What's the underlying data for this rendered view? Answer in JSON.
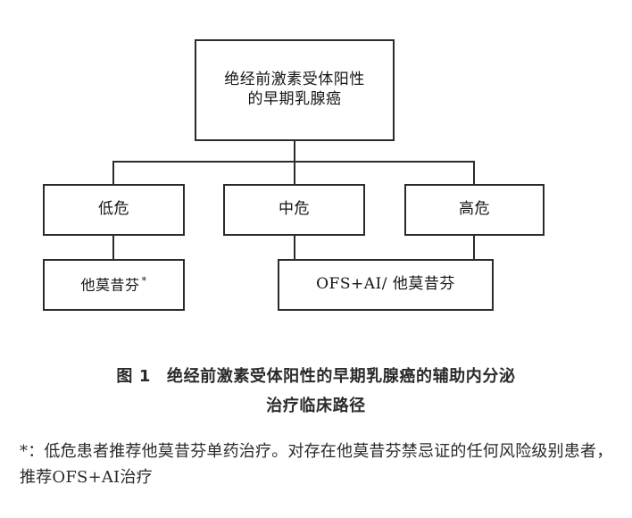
{
  "figure": {
    "type": "flowchart",
    "title_label": "图 1",
    "title_text": "绝经前激素受体阳性的早期乳腺癌的辅助内分泌",
    "title_text_line2": "治疗临床路径",
    "footnote": "*：低危患者推荐他莫昔芬单药治疗。对存在他莫昔芬禁忌证的任何风险级别患者，推荐OFS+AI治疗",
    "border_color": "#2b2b2b",
    "background_color": "#ffffff",
    "text_color": "#141414"
  },
  "nodes": {
    "root": {
      "line1": "绝经前激素受体阳性",
      "line2": "的早期乳腺癌"
    },
    "risk": [
      {
        "id": "low",
        "label": "低危"
      },
      {
        "id": "mid",
        "label": "中危"
      },
      {
        "id": "high",
        "label": "高危"
      }
    ],
    "therapy": [
      {
        "id": "tamoxifen",
        "label": "他莫昔芬",
        "marker": "*"
      },
      {
        "id": "ofs-ai",
        "label": "OFS+AI/ 他莫昔芬"
      }
    ]
  },
  "edges": [
    {
      "from": "root",
      "to": "low"
    },
    {
      "from": "root",
      "to": "mid"
    },
    {
      "from": "root",
      "to": "high"
    },
    {
      "from": "low",
      "to": "tamoxifen"
    },
    {
      "from": "mid",
      "to": "ofs-ai"
    },
    {
      "from": "high",
      "to": "ofs-ai"
    }
  ]
}
